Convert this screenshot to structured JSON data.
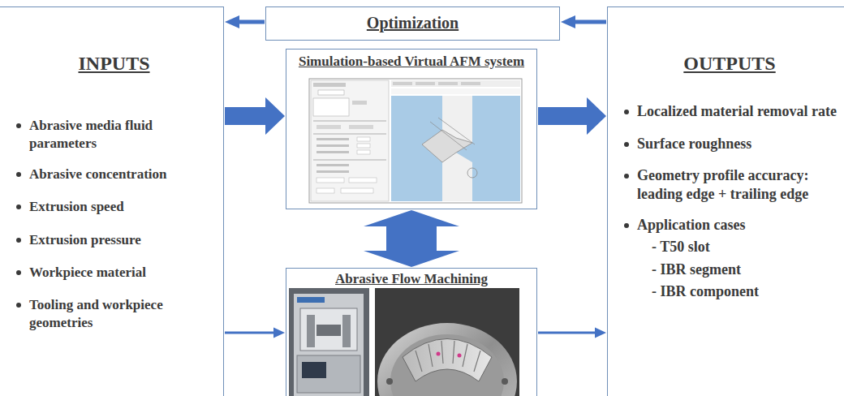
{
  "diagram": {
    "nodes": [
      {
        "text": [
          "Optimization"
        ]
      },
      {
        "text": [
          "INPUTS",
          "Abrasive media fluid parameters",
          "Abrasive concentration",
          "Extrusion speed",
          "Extrusion pressure",
          "Workpiece material",
          "Tooling and workpiece geometries"
        ]
      },
      {
        "text": [
          "Simulation-based Virtual AFM system"
        ]
      },
      {
        "text": [
          "Abrasive Flow Machining"
        ]
      },
      {
        "text": [
          "OUTPUTS",
          "Localized material removal rate",
          "Surface roughness",
          "Geometry profile accuracy: leading edge + trailing edge",
          "Application cases",
          "- T50 slot",
          "- IBR segment",
          "- IBR component"
        ]
      }
    ],
    "edges": [
      {
        "from": 4,
        "to": 0,
        "arrow": "to"
      },
      {
        "from": 0,
        "to": 1,
        "arrow": "to"
      },
      {
        "from": 1,
        "to": 2,
        "arrow": "to"
      },
      {
        "from": 1,
        "to": 3,
        "arrow": "to"
      },
      {
        "from": 2,
        "to": 4,
        "arrow": "to"
      },
      {
        "from": 3,
        "to": 4,
        "arrow": "to"
      },
      {
        "from": 2,
        "to": 3,
        "arrow": "both"
      }
    ]
  }
}
